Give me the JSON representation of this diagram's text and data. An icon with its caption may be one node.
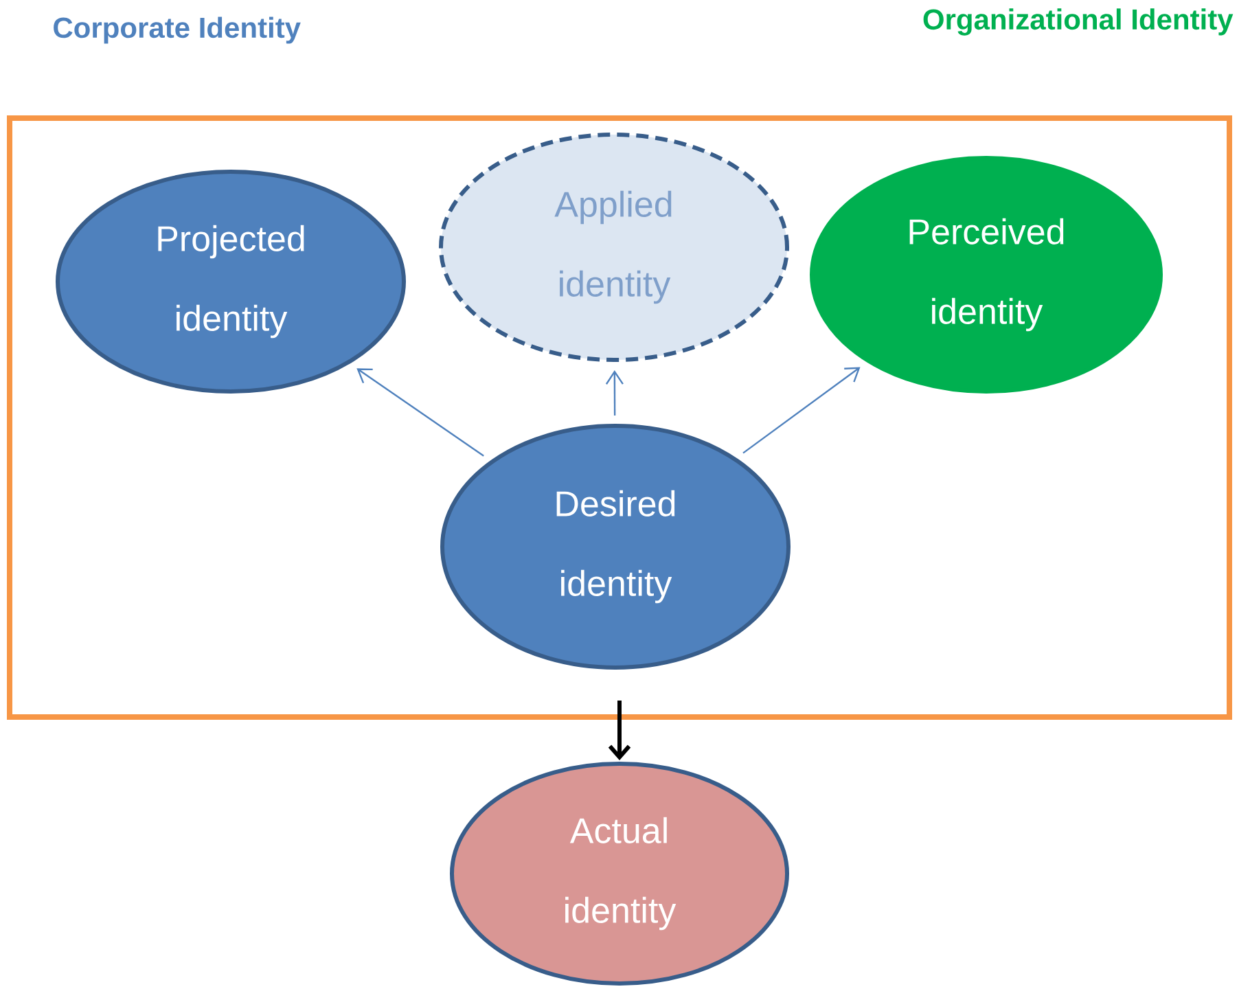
{
  "diagram": {
    "nodes": [
      {
        "text": [],
        "shape": "box"
      },
      {
        "text": [
          "Projected identity"
        ],
        "in": 0
      },
      {
        "text": [
          "Applied identity"
        ],
        "in": 0
      },
      {
        "text": [
          "Perceived identity"
        ],
        "in": 0
      },
      {
        "text": [
          "Desired identity"
        ],
        "in": 0
      },
      {
        "text": [
          "Actual identity"
        ]
      }
    ],
    "edges": [
      {
        "from": 4,
        "to": 1,
        "arrow": "to"
      },
      {
        "from": 4,
        "to": 2,
        "arrow": "to"
      },
      {
        "from": 4,
        "to": 3,
        "arrow": "to"
      },
      {
        "from": 0,
        "to": 5,
        "arrow": "to",
        "style": "thick",
        "color": "#000000"
      }
    ],
    "labels": [
      "Corporate Identity",
      "Organizational Identity"
    ]
  }
}
